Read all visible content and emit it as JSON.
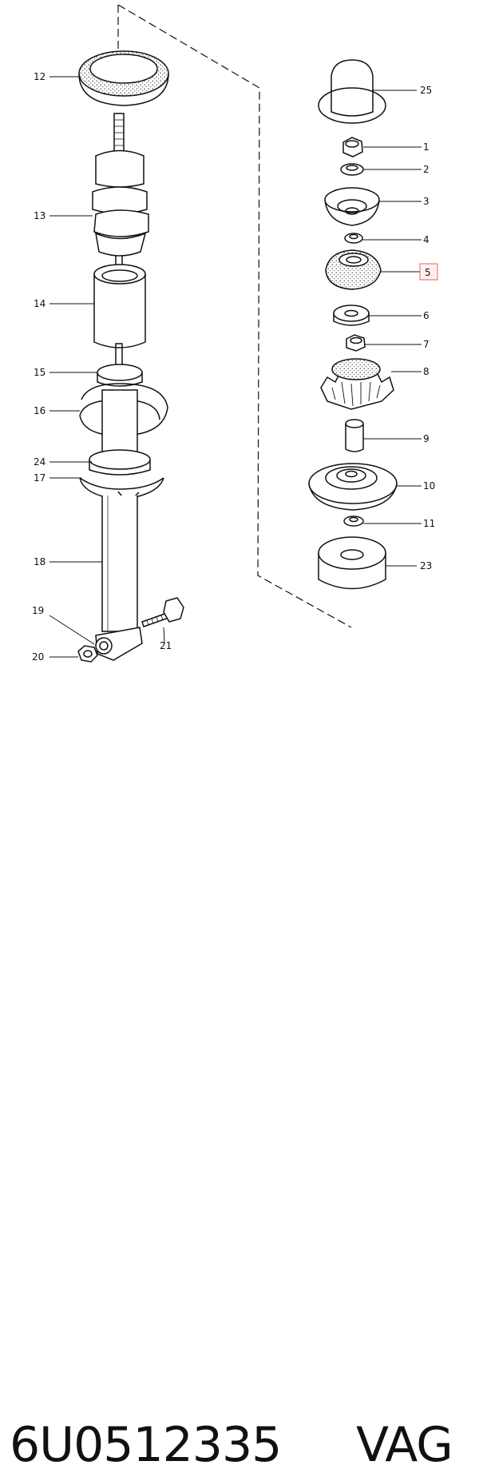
{
  "footer": {
    "part_number": "6U0512335",
    "brand": "VAG"
  },
  "highlighted_label": "5",
  "callouts": {
    "c12": "12",
    "c13": "13",
    "c14": "14",
    "c15": "15",
    "c16": "16",
    "c24": "24",
    "c17": "17",
    "c18": "18",
    "c19": "19",
    "c20": "20",
    "c21": "21",
    "c25": "25",
    "c1": "1",
    "c2": "2",
    "c3": "3",
    "c4": "4",
    "c5": "5",
    "c6": "6",
    "c7": "7",
    "c8": "8",
    "c9": "9",
    "c10": "10",
    "c11": "11",
    "c23": "23"
  },
  "colors": {
    "line": "#111111",
    "highlight_border": "#e06060",
    "highlight_fill": "#fff0f0"
  }
}
